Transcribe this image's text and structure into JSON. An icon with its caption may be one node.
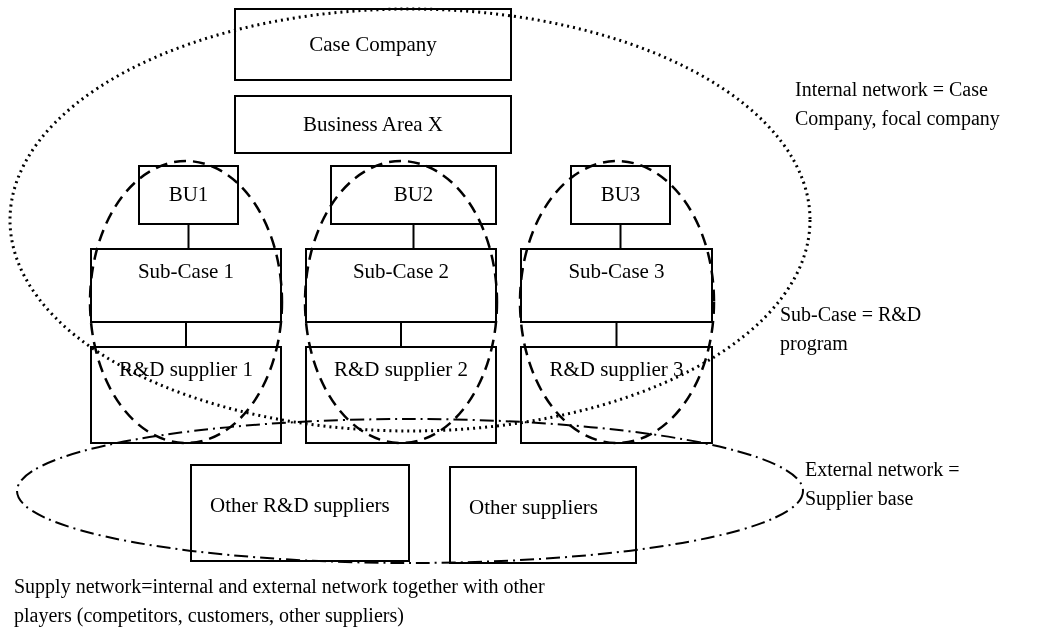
{
  "diagram": {
    "nodes": [
      {
        "text": [
          "Case Company"
        ]
      },
      {
        "text": [
          "Business Area X"
        ]
      },
      {
        "text": [
          "BU1"
        ]
      },
      {
        "text": [
          "BU2"
        ]
      },
      {
        "text": [
          "BU3"
        ]
      },
      {
        "text": [
          "Sub-Case 1"
        ]
      },
      {
        "text": [
          "Sub-Case 2"
        ]
      },
      {
        "text": [
          "Sub-Case 3"
        ]
      },
      {
        "text": [
          "R&D supplier 1"
        ]
      },
      {
        "text": [
          "R&D supplier 2"
        ]
      },
      {
        "text": [
          "R&D supplier 3"
        ]
      },
      {
        "text": [
          "Other R&D suppliers"
        ]
      },
      {
        "text": [
          "Other suppliers"
        ]
      }
    ],
    "edges": [
      {
        "from": 2,
        "to": 5,
        "arrow": "none"
      },
      {
        "from": 3,
        "to": 6,
        "arrow": "none"
      },
      {
        "from": 4,
        "to": 7,
        "arrow": "none"
      },
      {
        "from": 5,
        "to": 8,
        "arrow": "none"
      },
      {
        "from": 6,
        "to": 9,
        "arrow": "none"
      },
      {
        "from": 7,
        "to": 10,
        "arrow": "none"
      }
    ],
    "labels": [
      "Internal network = Case Company, focal company",
      "Sub-Case = R&D program",
      "External network = Supplier base",
      "Supply network=internal and external network together with other players (competitors, customers, other suppliers)"
    ]
  }
}
